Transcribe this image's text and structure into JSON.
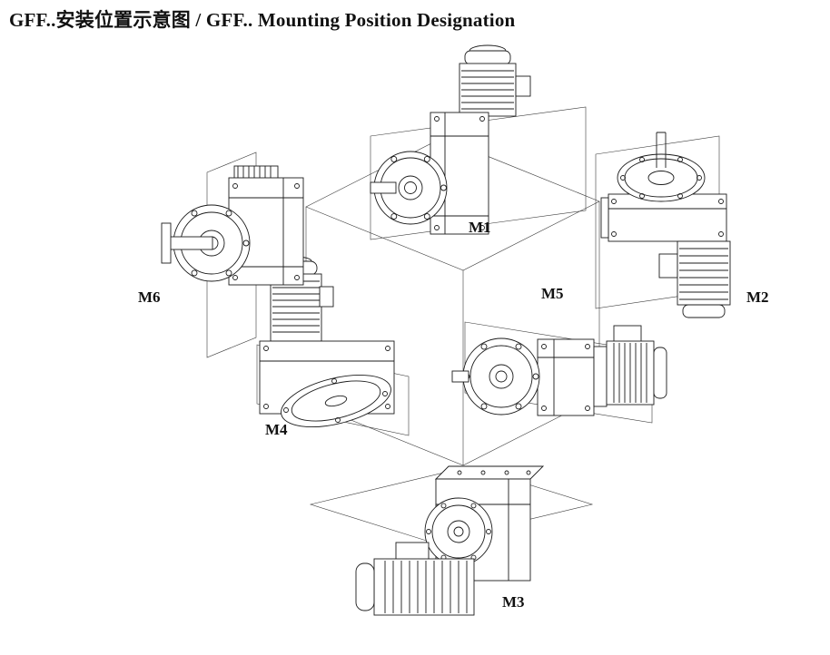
{
  "title": "GFF..安装位置示意图 / GFF.. Mounting Position Designation",
  "positions": {
    "m1": {
      "label": "M1"
    },
    "m2": {
      "label": "M2"
    },
    "m3": {
      "label": "M3"
    },
    "m4": {
      "label": "M4"
    },
    "m5": {
      "label": "M5"
    },
    "m6": {
      "label": "M6"
    }
  }
}
